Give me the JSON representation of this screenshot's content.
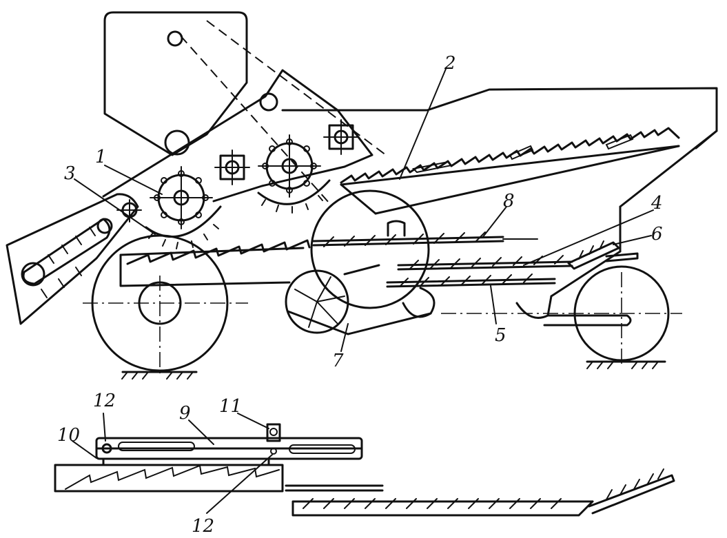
{
  "labels": {
    "l1": "1",
    "l2": "2",
    "l3": "3",
    "l4": "4",
    "l5": "5",
    "l6": "6",
    "l7": "7",
    "l8": "8",
    "l9": "9",
    "l10": "10",
    "l11": "11",
    "l12a": "12",
    "l12b": "12"
  }
}
